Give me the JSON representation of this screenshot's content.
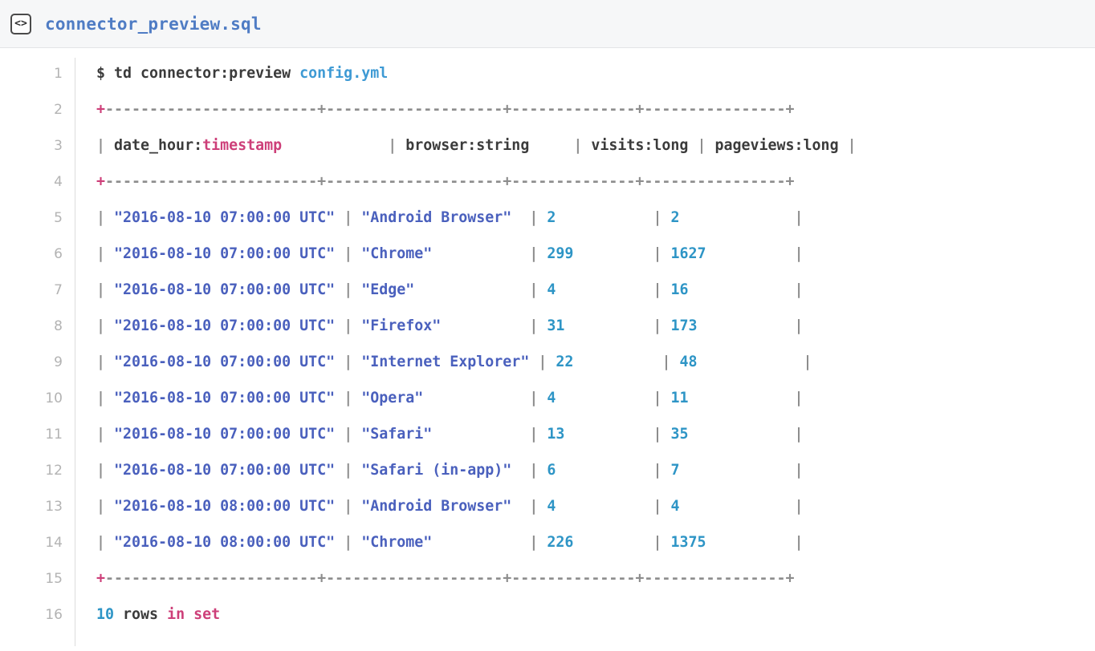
{
  "titlebar": {
    "icon": "code-brackets-icon",
    "icon_glyph": "<>",
    "filename": "connector_preview.sql"
  },
  "colors": {
    "titlebar_bg": "#f6f7f8",
    "title_text": "#4f7cc4",
    "line_number": "#b3b3b3",
    "keyword_pink": "#cd3f79",
    "string_indigo": "#4a60bd",
    "number_cyan": "#2e95c6",
    "border_gray": "#8d8d8d",
    "plain_text": "#3b3b3b",
    "path_blue": "#3e9ad4"
  },
  "editor": {
    "total_lines": 16,
    "line_numbers": [
      "1",
      "2",
      "3",
      "4",
      "5",
      "6",
      "7",
      "8",
      "9",
      "10",
      "11",
      "12",
      "13",
      "14",
      "15",
      "16"
    ],
    "lines": [
      {
        "n": "1",
        "tokens": [
          {
            "t": "$ td connector:preview ",
            "c": "plain"
          },
          {
            "t": "config.yml",
            "c": "path"
          }
        ]
      },
      {
        "n": "2",
        "tokens": [
          {
            "t": "+",
            "c": "pink"
          },
          {
            "t": "------------------------+--------------------+--------------+----------------+",
            "c": "gray"
          }
        ]
      },
      {
        "n": "3",
        "tokens": [
          {
            "t": "| ",
            "c": "gray"
          },
          {
            "t": "date_hour:",
            "c": "plain"
          },
          {
            "t": "timestamp",
            "c": "pink"
          },
          {
            "t": "            ",
            "c": "plain"
          },
          {
            "t": "| ",
            "c": "gray"
          },
          {
            "t": "browser:string",
            "c": "plain"
          },
          {
            "t": "     ",
            "c": "plain"
          },
          {
            "t": "| ",
            "c": "gray"
          },
          {
            "t": "visits:long",
            "c": "plain"
          },
          {
            "t": " ",
            "c": "plain"
          },
          {
            "t": "| ",
            "c": "gray"
          },
          {
            "t": "pageviews:long",
            "c": "plain"
          },
          {
            "t": " ",
            "c": "plain"
          },
          {
            "t": "|",
            "c": "gray"
          }
        ]
      },
      {
        "n": "4",
        "tokens": [
          {
            "t": "+",
            "c": "pink"
          },
          {
            "t": "------------------------+--------------------+--------------+----------------+",
            "c": "gray"
          }
        ]
      },
      {
        "n": "5",
        "tokens": [
          {
            "t": "| ",
            "c": "gray"
          },
          {
            "t": "\"2016-08-10 07:00:00 UTC\"",
            "c": "str"
          },
          {
            "t": " ",
            "c": "plain"
          },
          {
            "t": "| ",
            "c": "gray"
          },
          {
            "t": "\"Android Browser\"",
            "c": "str"
          },
          {
            "t": "  ",
            "c": "plain"
          },
          {
            "t": "| ",
            "c": "gray"
          },
          {
            "t": "2",
            "c": "num"
          },
          {
            "t": "           ",
            "c": "plain"
          },
          {
            "t": "| ",
            "c": "gray"
          },
          {
            "t": "2",
            "c": "num"
          },
          {
            "t": "             ",
            "c": "plain"
          },
          {
            "t": "|",
            "c": "gray"
          }
        ]
      },
      {
        "n": "6",
        "tokens": [
          {
            "t": "| ",
            "c": "gray"
          },
          {
            "t": "\"2016-08-10 07:00:00 UTC\"",
            "c": "str"
          },
          {
            "t": " ",
            "c": "plain"
          },
          {
            "t": "| ",
            "c": "gray"
          },
          {
            "t": "\"Chrome\"",
            "c": "str"
          },
          {
            "t": "           ",
            "c": "plain"
          },
          {
            "t": "| ",
            "c": "gray"
          },
          {
            "t": "299",
            "c": "num"
          },
          {
            "t": "         ",
            "c": "plain"
          },
          {
            "t": "| ",
            "c": "gray"
          },
          {
            "t": "1627",
            "c": "num"
          },
          {
            "t": "          ",
            "c": "plain"
          },
          {
            "t": "|",
            "c": "gray"
          }
        ]
      },
      {
        "n": "7",
        "tokens": [
          {
            "t": "| ",
            "c": "gray"
          },
          {
            "t": "\"2016-08-10 07:00:00 UTC\"",
            "c": "str"
          },
          {
            "t": " ",
            "c": "plain"
          },
          {
            "t": "| ",
            "c": "gray"
          },
          {
            "t": "\"Edge\"",
            "c": "str"
          },
          {
            "t": "             ",
            "c": "plain"
          },
          {
            "t": "| ",
            "c": "gray"
          },
          {
            "t": "4",
            "c": "num"
          },
          {
            "t": "           ",
            "c": "plain"
          },
          {
            "t": "| ",
            "c": "gray"
          },
          {
            "t": "16",
            "c": "num"
          },
          {
            "t": "            ",
            "c": "plain"
          },
          {
            "t": "|",
            "c": "gray"
          }
        ]
      },
      {
        "n": "8",
        "tokens": [
          {
            "t": "| ",
            "c": "gray"
          },
          {
            "t": "\"2016-08-10 07:00:00 UTC\"",
            "c": "str"
          },
          {
            "t": " ",
            "c": "plain"
          },
          {
            "t": "| ",
            "c": "gray"
          },
          {
            "t": "\"Firefox\"",
            "c": "str"
          },
          {
            "t": "          ",
            "c": "plain"
          },
          {
            "t": "| ",
            "c": "gray"
          },
          {
            "t": "31",
            "c": "num"
          },
          {
            "t": "          ",
            "c": "plain"
          },
          {
            "t": "| ",
            "c": "gray"
          },
          {
            "t": "173",
            "c": "num"
          },
          {
            "t": "           ",
            "c": "plain"
          },
          {
            "t": "|",
            "c": "gray"
          }
        ]
      },
      {
        "n": "9",
        "tokens": [
          {
            "t": "| ",
            "c": "gray"
          },
          {
            "t": "\"2016-08-10 07:00:00 UTC\"",
            "c": "str"
          },
          {
            "t": " ",
            "c": "plain"
          },
          {
            "t": "| ",
            "c": "gray"
          },
          {
            "t": "\"Internet Explorer\"",
            "c": "str"
          },
          {
            "t": " ",
            "c": "plain"
          },
          {
            "t": "| ",
            "c": "gray"
          },
          {
            "t": "22",
            "c": "num"
          },
          {
            "t": "          ",
            "c": "plain"
          },
          {
            "t": "| ",
            "c": "gray"
          },
          {
            "t": "48",
            "c": "num"
          },
          {
            "t": "            ",
            "c": "plain"
          },
          {
            "t": "|",
            "c": "gray"
          }
        ]
      },
      {
        "n": "10",
        "tokens": [
          {
            "t": "| ",
            "c": "gray"
          },
          {
            "t": "\"2016-08-10 07:00:00 UTC\"",
            "c": "str"
          },
          {
            "t": " ",
            "c": "plain"
          },
          {
            "t": "| ",
            "c": "gray"
          },
          {
            "t": "\"Opera\"",
            "c": "str"
          },
          {
            "t": "            ",
            "c": "plain"
          },
          {
            "t": "| ",
            "c": "gray"
          },
          {
            "t": "4",
            "c": "num"
          },
          {
            "t": "           ",
            "c": "plain"
          },
          {
            "t": "| ",
            "c": "gray"
          },
          {
            "t": "11",
            "c": "num"
          },
          {
            "t": "            ",
            "c": "plain"
          },
          {
            "t": "|",
            "c": "gray"
          }
        ]
      },
      {
        "n": "11",
        "tokens": [
          {
            "t": "| ",
            "c": "gray"
          },
          {
            "t": "\"2016-08-10 07:00:00 UTC\"",
            "c": "str"
          },
          {
            "t": " ",
            "c": "plain"
          },
          {
            "t": "| ",
            "c": "gray"
          },
          {
            "t": "\"Safari\"",
            "c": "str"
          },
          {
            "t": "           ",
            "c": "plain"
          },
          {
            "t": "| ",
            "c": "gray"
          },
          {
            "t": "13",
            "c": "num"
          },
          {
            "t": "          ",
            "c": "plain"
          },
          {
            "t": "| ",
            "c": "gray"
          },
          {
            "t": "35",
            "c": "num"
          },
          {
            "t": "            ",
            "c": "plain"
          },
          {
            "t": "|",
            "c": "gray"
          }
        ]
      },
      {
        "n": "12",
        "tokens": [
          {
            "t": "| ",
            "c": "gray"
          },
          {
            "t": "\"2016-08-10 07:00:00 UTC\"",
            "c": "str"
          },
          {
            "t": " ",
            "c": "plain"
          },
          {
            "t": "| ",
            "c": "gray"
          },
          {
            "t": "\"Safari (in-app)\"",
            "c": "str"
          },
          {
            "t": "  ",
            "c": "plain"
          },
          {
            "t": "| ",
            "c": "gray"
          },
          {
            "t": "6",
            "c": "num"
          },
          {
            "t": "           ",
            "c": "plain"
          },
          {
            "t": "| ",
            "c": "gray"
          },
          {
            "t": "7",
            "c": "num"
          },
          {
            "t": "             ",
            "c": "plain"
          },
          {
            "t": "|",
            "c": "gray"
          }
        ]
      },
      {
        "n": "13",
        "tokens": [
          {
            "t": "| ",
            "c": "gray"
          },
          {
            "t": "\"2016-08-10 08:00:00 UTC\"",
            "c": "str"
          },
          {
            "t": " ",
            "c": "plain"
          },
          {
            "t": "| ",
            "c": "gray"
          },
          {
            "t": "\"Android Browser\"",
            "c": "str"
          },
          {
            "t": "  ",
            "c": "plain"
          },
          {
            "t": "| ",
            "c": "gray"
          },
          {
            "t": "4",
            "c": "num"
          },
          {
            "t": "           ",
            "c": "plain"
          },
          {
            "t": "| ",
            "c": "gray"
          },
          {
            "t": "4",
            "c": "num"
          },
          {
            "t": "             ",
            "c": "plain"
          },
          {
            "t": "|",
            "c": "gray"
          }
        ]
      },
      {
        "n": "14",
        "tokens": [
          {
            "t": "| ",
            "c": "gray"
          },
          {
            "t": "\"2016-08-10 08:00:00 UTC\"",
            "c": "str"
          },
          {
            "t": " ",
            "c": "plain"
          },
          {
            "t": "| ",
            "c": "gray"
          },
          {
            "t": "\"Chrome\"",
            "c": "str"
          },
          {
            "t": "           ",
            "c": "plain"
          },
          {
            "t": "| ",
            "c": "gray"
          },
          {
            "t": "226",
            "c": "num"
          },
          {
            "t": "         ",
            "c": "plain"
          },
          {
            "t": "| ",
            "c": "gray"
          },
          {
            "t": "1375",
            "c": "num"
          },
          {
            "t": "          ",
            "c": "plain"
          },
          {
            "t": "|",
            "c": "gray"
          }
        ]
      },
      {
        "n": "15",
        "tokens": [
          {
            "t": "+",
            "c": "pink"
          },
          {
            "t": "------------------------+--------------------+--------------+----------------+",
            "c": "gray"
          }
        ]
      },
      {
        "n": "16",
        "tokens": [
          {
            "t": "10",
            "c": "num"
          },
          {
            "t": " rows ",
            "c": "plain"
          },
          {
            "t": "in set",
            "c": "pink"
          }
        ]
      }
    ]
  },
  "result_table": {
    "command": "$ td connector:preview config.yml",
    "columns": [
      "date_hour:timestamp",
      "browser:string",
      "visits:long",
      "pageviews:long"
    ],
    "rows": [
      [
        "\"2016-08-10 07:00:00 UTC\"",
        "\"Android Browser\"",
        "2",
        "2"
      ],
      [
        "\"2016-08-10 07:00:00 UTC\"",
        "\"Chrome\"",
        "299",
        "1627"
      ],
      [
        "\"2016-08-10 07:00:00 UTC\"",
        "\"Edge\"",
        "4",
        "16"
      ],
      [
        "\"2016-08-10 07:00:00 UTC\"",
        "\"Firefox\"",
        "31",
        "173"
      ],
      [
        "\"2016-08-10 07:00:00 UTC\"",
        "\"Internet Explorer\"",
        "22",
        "48"
      ],
      [
        "\"2016-08-10 07:00:00 UTC\"",
        "\"Opera\"",
        "4",
        "11"
      ],
      [
        "\"2016-08-10 07:00:00 UTC\"",
        "\"Safari\"",
        "13",
        "35"
      ],
      [
        "\"2016-08-10 07:00:00 UTC\"",
        "\"Safari (in-app)\"",
        "6",
        "7"
      ],
      [
        "\"2016-08-10 08:00:00 UTC\"",
        "\"Android Browser\"",
        "4",
        "4"
      ],
      [
        "\"2016-08-10 08:00:00 UTC\"",
        "\"Chrome\"",
        "226",
        "1375"
      ]
    ],
    "footer": "10 rows in set"
  }
}
